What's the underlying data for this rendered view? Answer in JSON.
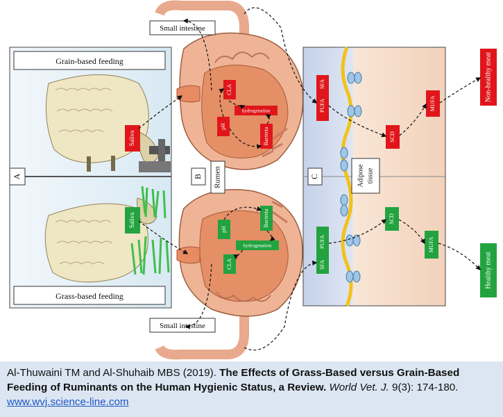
{
  "figure": {
    "panel_a": {
      "letter": "A",
      "grain_title": "Grain-based feeding",
      "grass_title": "Grass-based feeding",
      "saliva_top": "Saliva",
      "saliva_bottom": "Saliva"
    },
    "panel_b": {
      "letter": "B",
      "rumen": "Rumen",
      "small_intestine_top": "Small intestine",
      "small_intestine_bottom": "Small intestine",
      "grain": {
        "cla": "CLA",
        "hydrogenation": "hydrogenation",
        "ph": "pH",
        "bacteria": "Bacteria"
      },
      "grass": {
        "ph": "pH",
        "bacteria": "Bacteria",
        "hydrogenation": "hydrogenation",
        "cla": "CLA"
      }
    },
    "panel_c": {
      "letter": "C",
      "adipose_line1": "Adipose",
      "adipose_line2": "tissue",
      "top": {
        "pufa": "PUFA",
        "sfa": "SFA",
        "scd": "SCD",
        "mufa": "MUFA"
      },
      "bottom": {
        "sfa": "SFA",
        "pufa": "PUFA",
        "scd": "SCD",
        "mufa": "MUFA"
      },
      "non_healthy_meat": "Non-healthy meat",
      "healthy_meat": "Healthy meat"
    },
    "colors": {
      "red": "#e0161b",
      "green": "#23a33f",
      "rumen_fill": "#e7a07a",
      "panel_c_left": "#cdd8ec",
      "panel_c_right": "#f6dcc8"
    }
  },
  "caption": {
    "authors": "Al-Thuwaini TM and Al-Shuhaib MBS (2019). ",
    "title": "The Effects of Grass-Based versus Grain-Based Feeding of Ruminants on the Human Hygienic Status, a Review.",
    "journal": "World Vet. J.",
    "volume_pages": " 9(3): 174-180. ",
    "link": "www.wvj.science-line.com"
  }
}
